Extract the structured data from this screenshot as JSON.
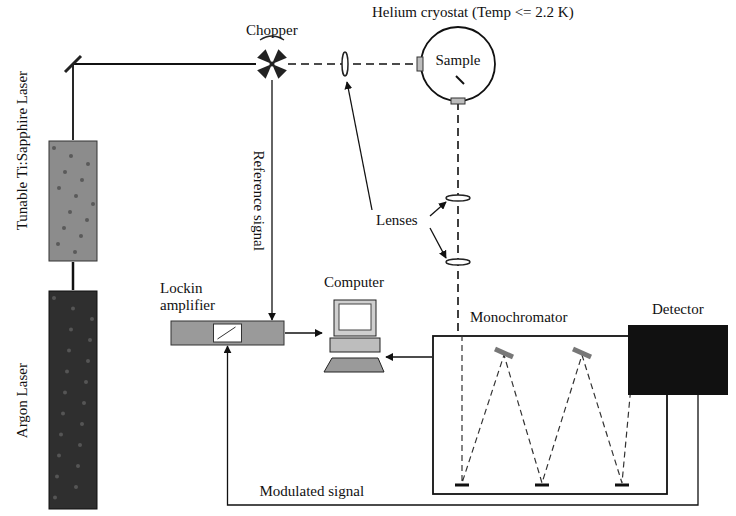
{
  "diagram": {
    "nodes": [
      {
        "text": [
          "Tunable Ti:Sapphire Laser"
        ]
      },
      {
        "text": [
          "Chopper"
        ]
      },
      {
        "text": [
          "Helium cryostat (Temp <= 2.2 K)",
          "Sample"
        ]
      },
      {
        "text": [
          "Argon Laser"
        ]
      },
      {
        "text": [
          "Lockin amplifier"
        ]
      },
      {
        "text": [
          "Computer"
        ]
      },
      {
        "text": [
          "Monochromator"
        ]
      },
      {
        "text": [
          "Detector"
        ]
      }
    ],
    "edges": [
      {
        "from": 3,
        "to": 0,
        "arrow": "none"
      },
      {
        "from": 0,
        "to": 1,
        "arrow": "none"
      },
      {
        "from": 1,
        "to": 2,
        "arrow": "none"
      },
      {
        "from": 2,
        "to": 6,
        "arrow": "none"
      },
      {
        "from": 1,
        "to": 4,
        "label": "Reference signal",
        "arrow": "to"
      },
      {
        "from": 4,
        "to": 5,
        "arrow": "to"
      },
      {
        "from": 6,
        "to": 5,
        "arrow": "to"
      },
      {
        "from": 7,
        "to": 4,
        "label": "Modulated signal",
        "arrow": "to"
      }
    ],
    "labels": [
      "Lenses"
    ]
  }
}
